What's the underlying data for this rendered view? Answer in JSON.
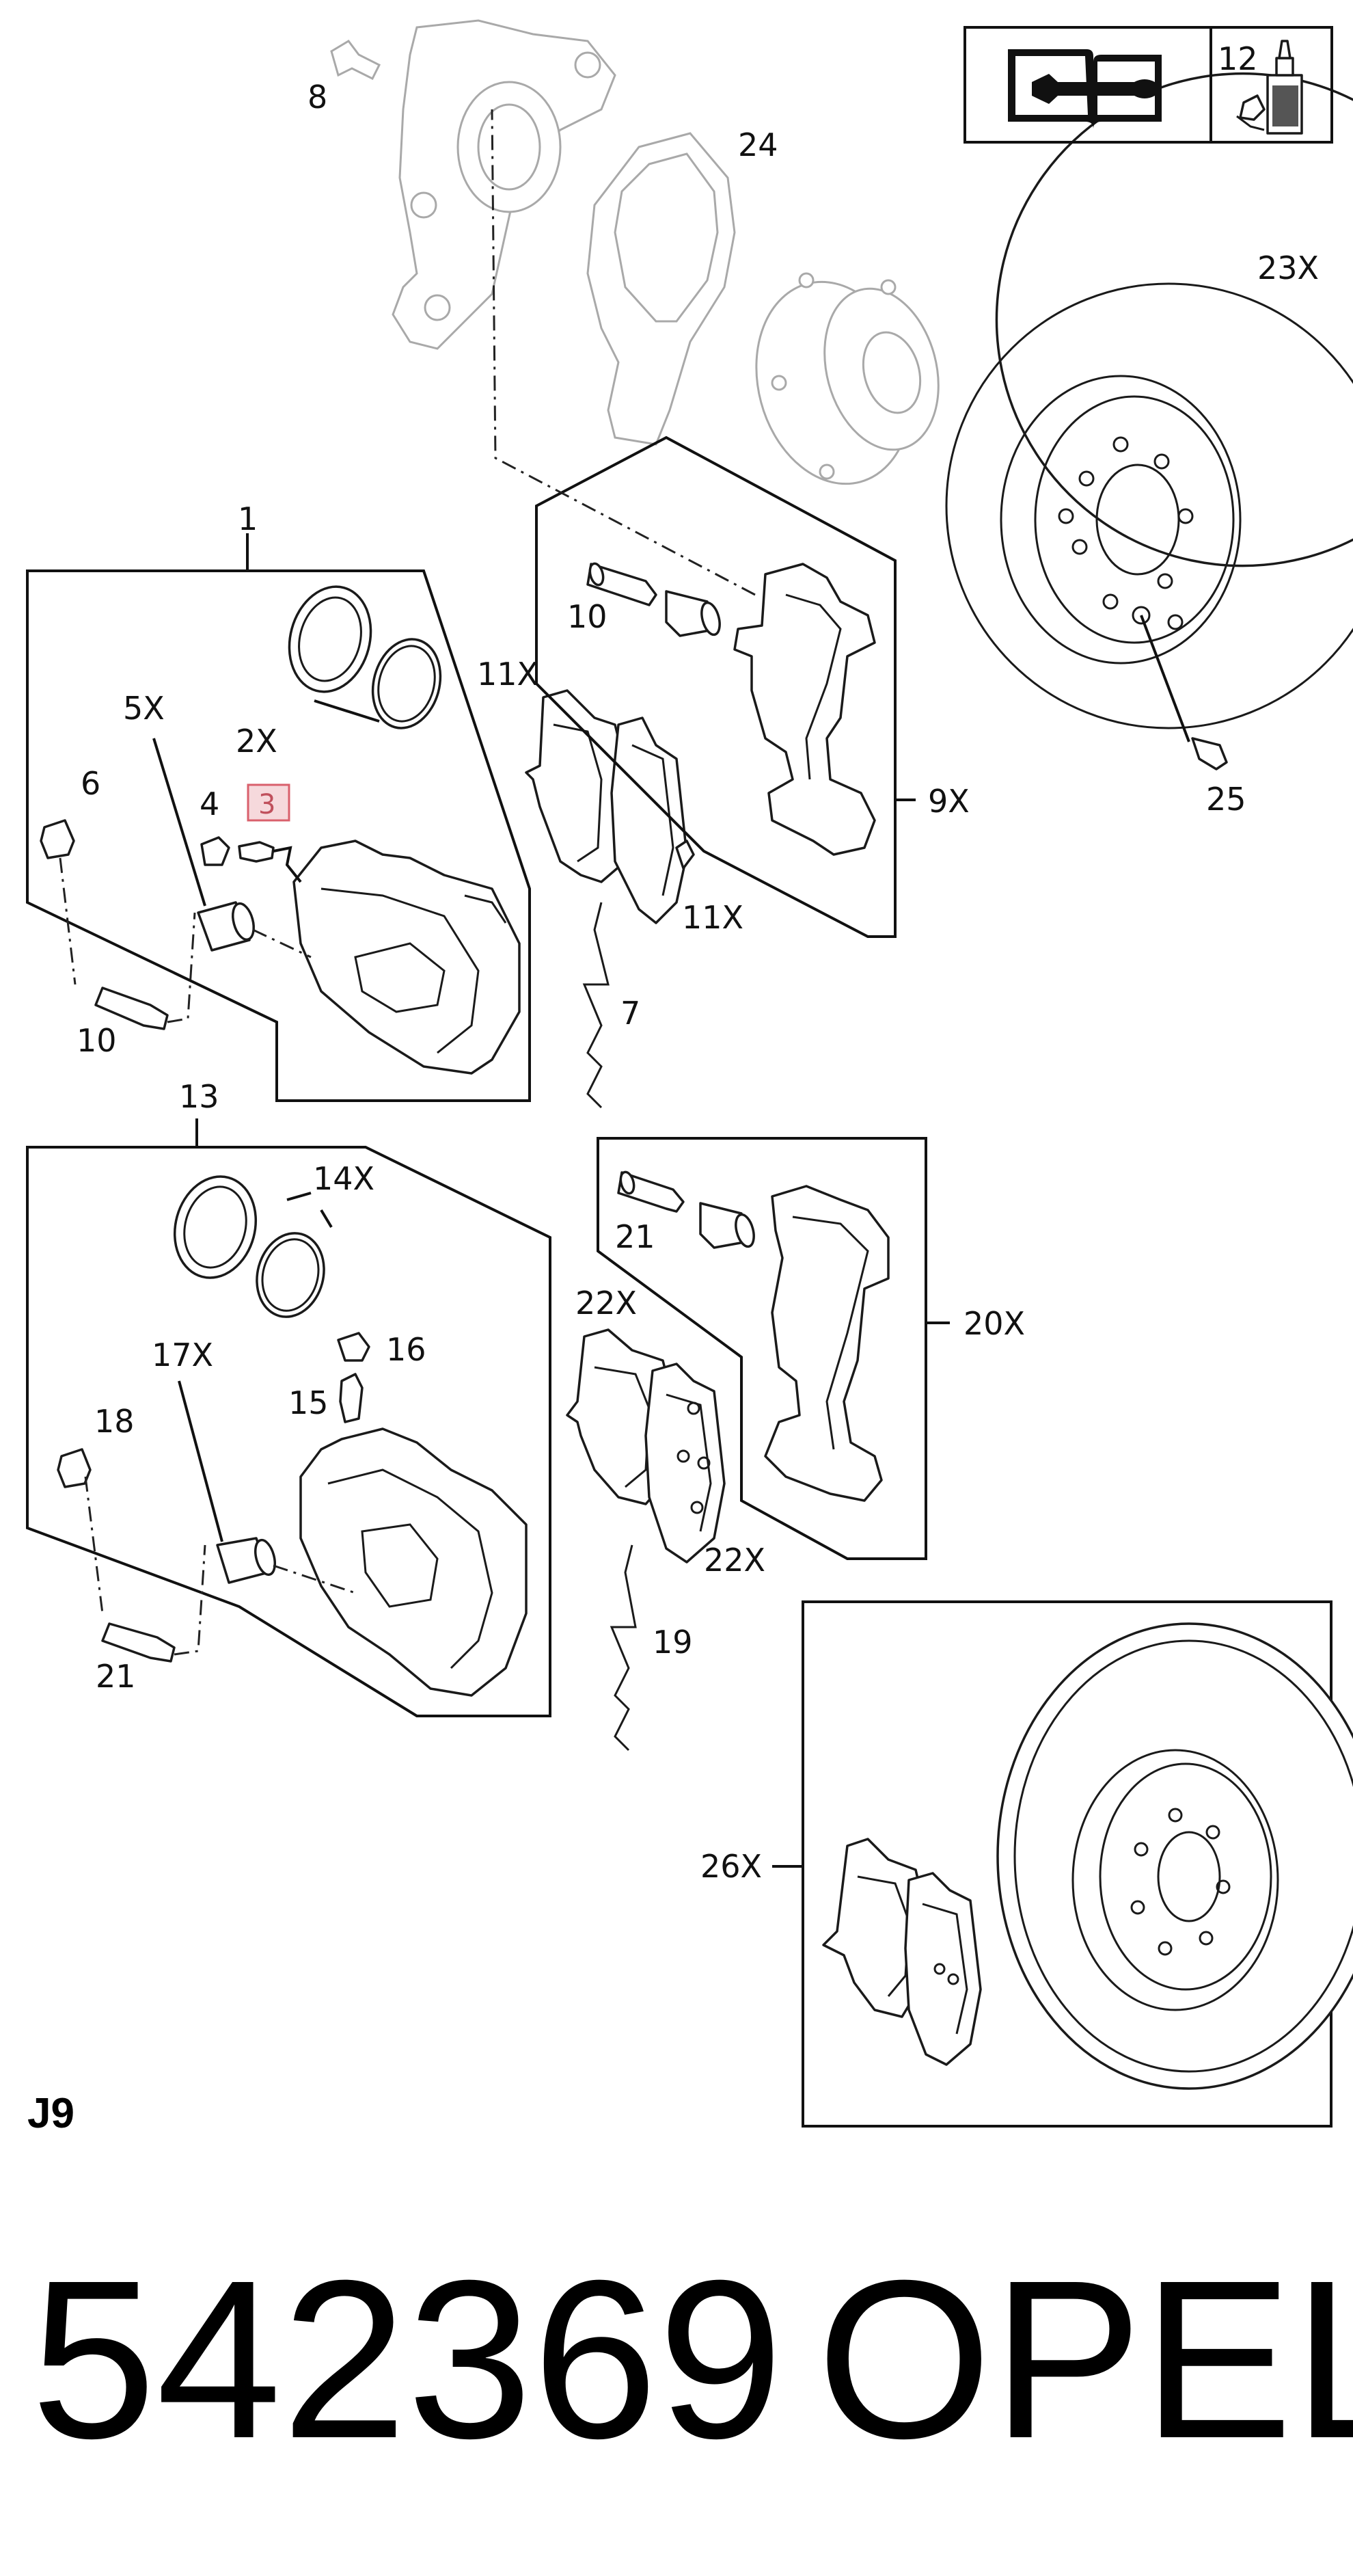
{
  "sheet_code": "J9",
  "part_number": "542369",
  "brand": "OPEL",
  "highlighted_callout": "3",
  "callouts": {
    "c1": "1",
    "c2x": "2X",
    "c3": "3",
    "c4": "4",
    "c5x": "5X",
    "c6": "6",
    "c7": "7",
    "c8": "8",
    "c9x": "9X",
    "c10a": "10",
    "c10b": "10",
    "c11xa": "11X",
    "c11xb": "11X",
    "c12": "12",
    "c13": "13",
    "c14x": "14X",
    "c15": "15",
    "c16": "16",
    "c17x": "17X",
    "c18": "18",
    "c19": "19",
    "c20x": "20X",
    "c21a": "21",
    "c21b": "21",
    "c22xa": "22X",
    "c22xb": "22X",
    "c23x": "23X",
    "c24": "24",
    "c25": "25",
    "c26x": "26X"
  },
  "icons": [
    "repair-manual-icon",
    "adhesive-bottle-icon"
  ]
}
